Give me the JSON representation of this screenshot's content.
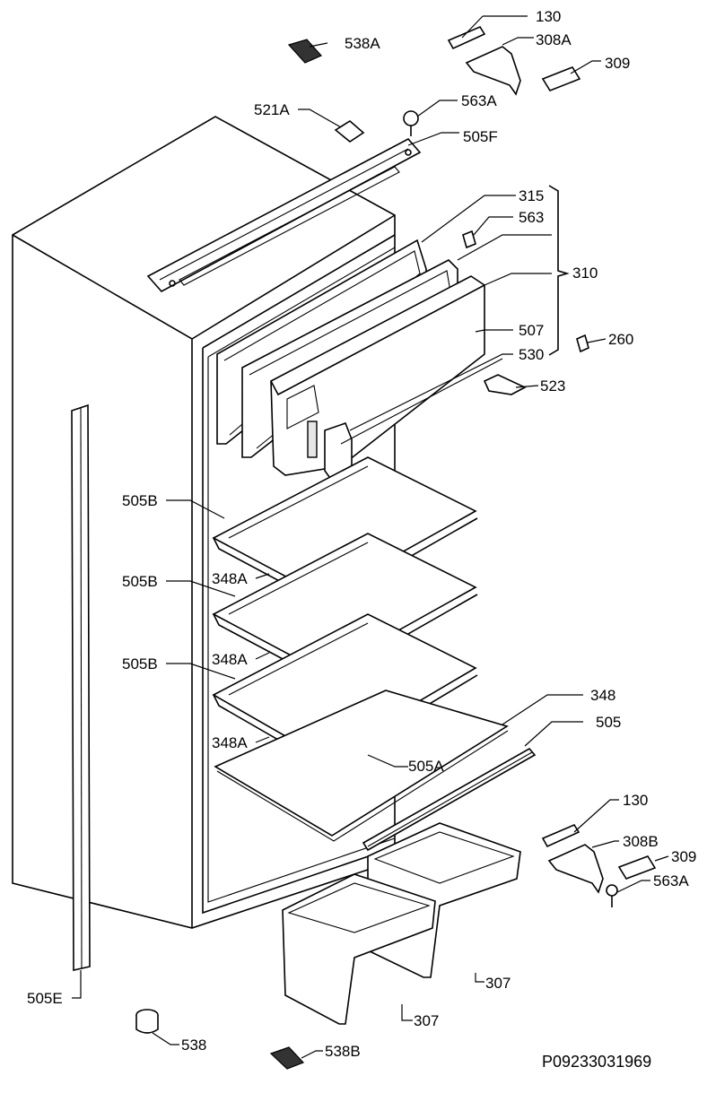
{
  "drawing_number": "P09233031969",
  "labels": [
    {
      "id": "130-top",
      "text": "130"
    },
    {
      "id": "538A",
      "text": "538A"
    },
    {
      "id": "308A",
      "text": "308A"
    },
    {
      "id": "309-top",
      "text": "309"
    },
    {
      "id": "521A",
      "text": "521A"
    },
    {
      "id": "563A-top",
      "text": "563A"
    },
    {
      "id": "505F",
      "text": "505F"
    },
    {
      "id": "315",
      "text": "315"
    },
    {
      "id": "563",
      "text": "563"
    },
    {
      "id": "310",
      "text": "310"
    },
    {
      "id": "507",
      "text": "507"
    },
    {
      "id": "530",
      "text": "530"
    },
    {
      "id": "260",
      "text": "260"
    },
    {
      "id": "523",
      "text": "523"
    },
    {
      "id": "505B-1",
      "text": "505B"
    },
    {
      "id": "505B-2",
      "text": "505B"
    },
    {
      "id": "348A-1",
      "text": "348A"
    },
    {
      "id": "505B-3",
      "text": "505B"
    },
    {
      "id": "348A-2",
      "text": "348A"
    },
    {
      "id": "348",
      "text": "348"
    },
    {
      "id": "505",
      "text": "505"
    },
    {
      "id": "348A-3",
      "text": "348A"
    },
    {
      "id": "505A",
      "text": "505A"
    },
    {
      "id": "130-bottom",
      "text": "130"
    },
    {
      "id": "308B",
      "text": "308B"
    },
    {
      "id": "309-bottom",
      "text": "309"
    },
    {
      "id": "563A-bottom",
      "text": "563A"
    },
    {
      "id": "307-right",
      "text": "307"
    },
    {
      "id": "307-left",
      "text": "307"
    },
    {
      "id": "505E",
      "text": "505E"
    },
    {
      "id": "538",
      "text": "538"
    },
    {
      "id": "538B",
      "text": "538B"
    }
  ]
}
